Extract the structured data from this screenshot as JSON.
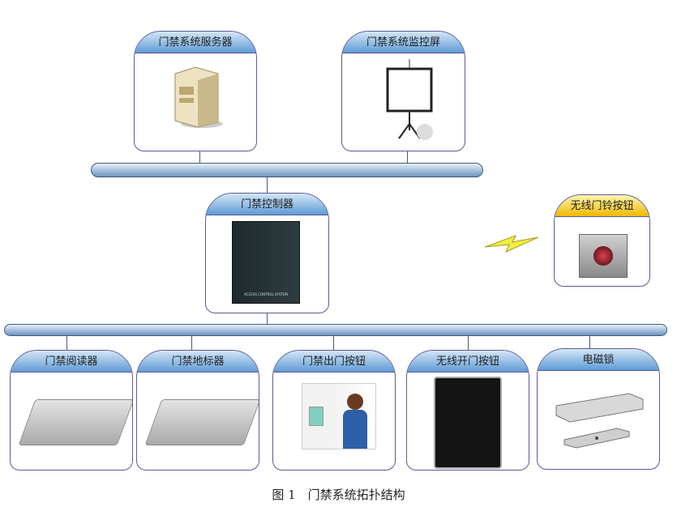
{
  "nodes": {
    "server": "门禁系统服务器",
    "monitor": "门禁系统监控屏",
    "controller": "门禁控制器",
    "wireless_bell": "无线门铃按钮",
    "reader": "门禁阅读器",
    "landmark": "门禁地标器",
    "exit_button": "门禁出门按钮",
    "wireless_exit_button": "无线开门按钮",
    "mag_lock": "电磁锁"
  },
  "controller_panel_text": "ACCESS CONTROL SYSTEM",
  "caption": "图 1　门禁系统拓扑结构"
}
